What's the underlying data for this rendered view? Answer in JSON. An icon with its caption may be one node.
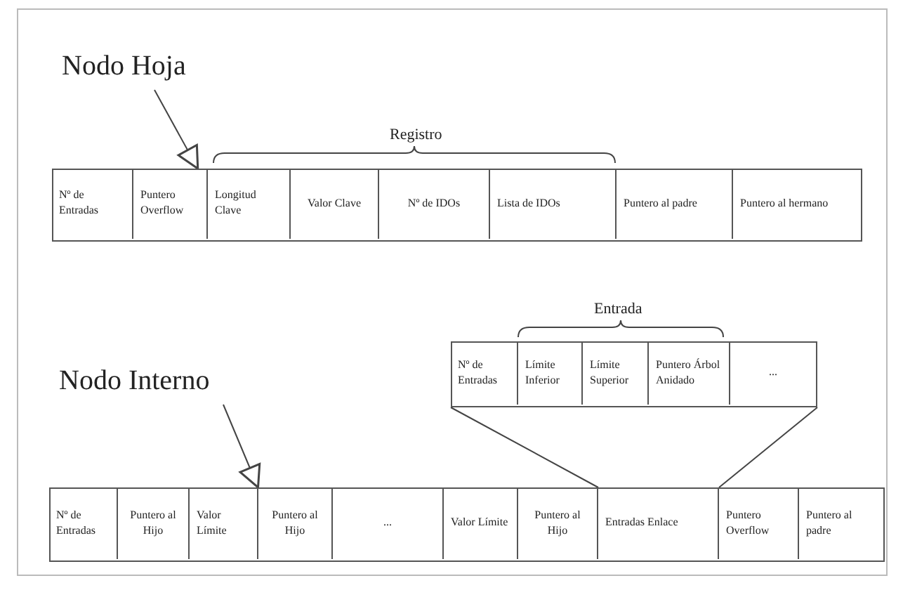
{
  "diagram": {
    "nodes": [
      {
        "text": [
          "Nodo Hoja"
        ]
      },
      {
        "text": [],
        "shape": "box"
      },
      {
        "text": [
          "Nº de Entradas"
        ],
        "in": 1
      },
      {
        "text": [
          "Puntero Overflow"
        ],
        "in": 1
      },
      {
        "text": [
          "Longitud Clave"
        ],
        "in": 1
      },
      {
        "text": [
          "Valor Clave"
        ],
        "in": 1
      },
      {
        "text": [
          "Nº de IDOs"
        ],
        "in": 1
      },
      {
        "text": [
          "Lista de IDOs"
        ],
        "in": 1
      },
      {
        "text": [
          "Puntero al padre"
        ],
        "in": 1
      },
      {
        "text": [
          "Puntero al hermano"
        ],
        "in": 1
      },
      {
        "text": [],
        "shape": "box"
      },
      {
        "text": [
          "Nº de Entradas"
        ],
        "in": 10
      },
      {
        "text": [
          "Límite Inferior"
        ],
        "in": 10
      },
      {
        "text": [
          "Límite Superior"
        ],
        "in": 10
      },
      {
        "text": [
          "Puntero Árbol Anidado"
        ],
        "in": 10
      },
      {
        "text": [
          "..."
        ],
        "in": 10
      },
      {
        "text": [
          "Nodo Interno"
        ]
      },
      {
        "text": [],
        "shape": "box"
      },
      {
        "text": [
          "Nº de Entradas"
        ],
        "in": 17
      },
      {
        "text": [
          "Puntero al Hijo"
        ],
        "in": 17
      },
      {
        "text": [
          "Valor Límite"
        ],
        "in": 17
      },
      {
        "text": [
          "Puntero al Hijo"
        ],
        "in": 17
      },
      {
        "text": [
          "..."
        ],
        "in": 17
      },
      {
        "text": [
          "Valor Límite"
        ],
        "in": 17
      },
      {
        "text": [
          "Puntero al Hijo"
        ],
        "in": 17
      },
      {
        "text": [
          "Entradas Enlace"
        ],
        "in": 17
      },
      {
        "text": [
          "Puntero Overflow"
        ],
        "in": 17
      },
      {
        "text": [
          "Puntero al padre"
        ],
        "in": 17
      }
    ],
    "edges": [
      {
        "from": 0,
        "to": 1,
        "arrow": "to"
      },
      {
        "from": 10,
        "to": 25,
        "arrow": "none"
      },
      {
        "from": 10,
        "to": 25,
        "arrow": "none"
      },
      {
        "from": 16,
        "to": 17,
        "arrow": "to"
      }
    ],
    "labels": [
      "Registro",
      "Entrada"
    ]
  }
}
